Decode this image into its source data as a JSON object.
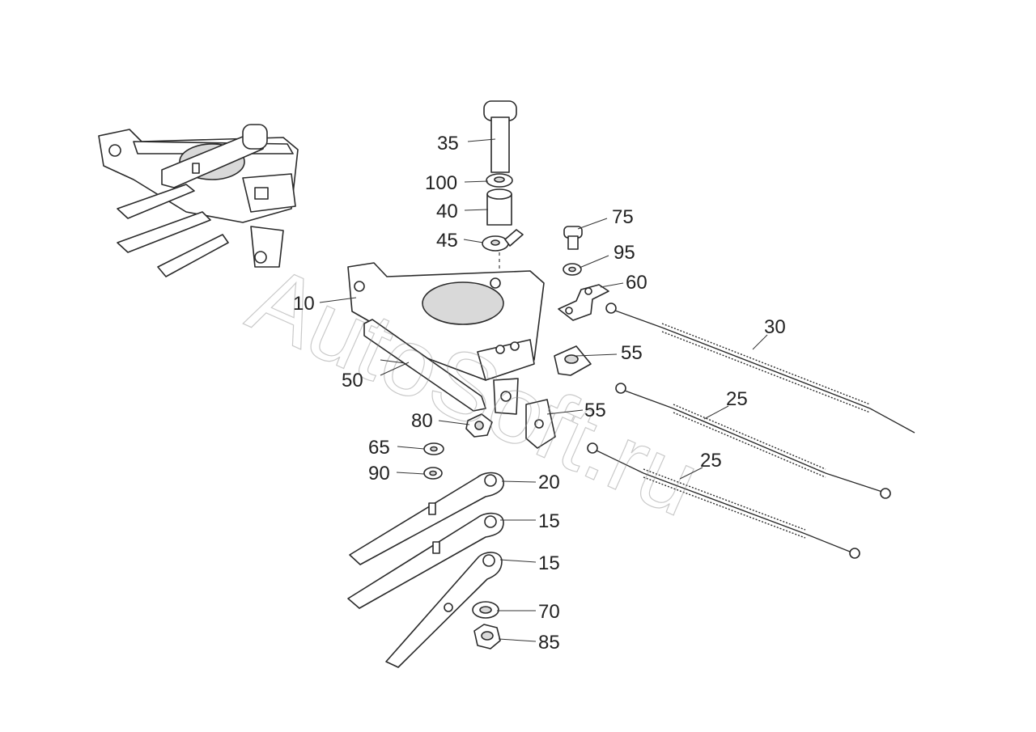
{
  "watermark": "AutoSoft.ru",
  "callouts": {
    "c10": "10",
    "c15a": "15",
    "c15b": "15",
    "c20": "20",
    "c25a": "25",
    "c25b": "25",
    "c30": "30",
    "c35": "35",
    "c40": "40",
    "c45": "45",
    "c50": "50",
    "c55a": "55",
    "c55b": "55",
    "c60": "60",
    "c65": "65",
    "c70": "70",
    "c75": "75",
    "c80": "80",
    "c85": "85",
    "c90": "90",
    "c95": "95",
    "c100": "100"
  }
}
